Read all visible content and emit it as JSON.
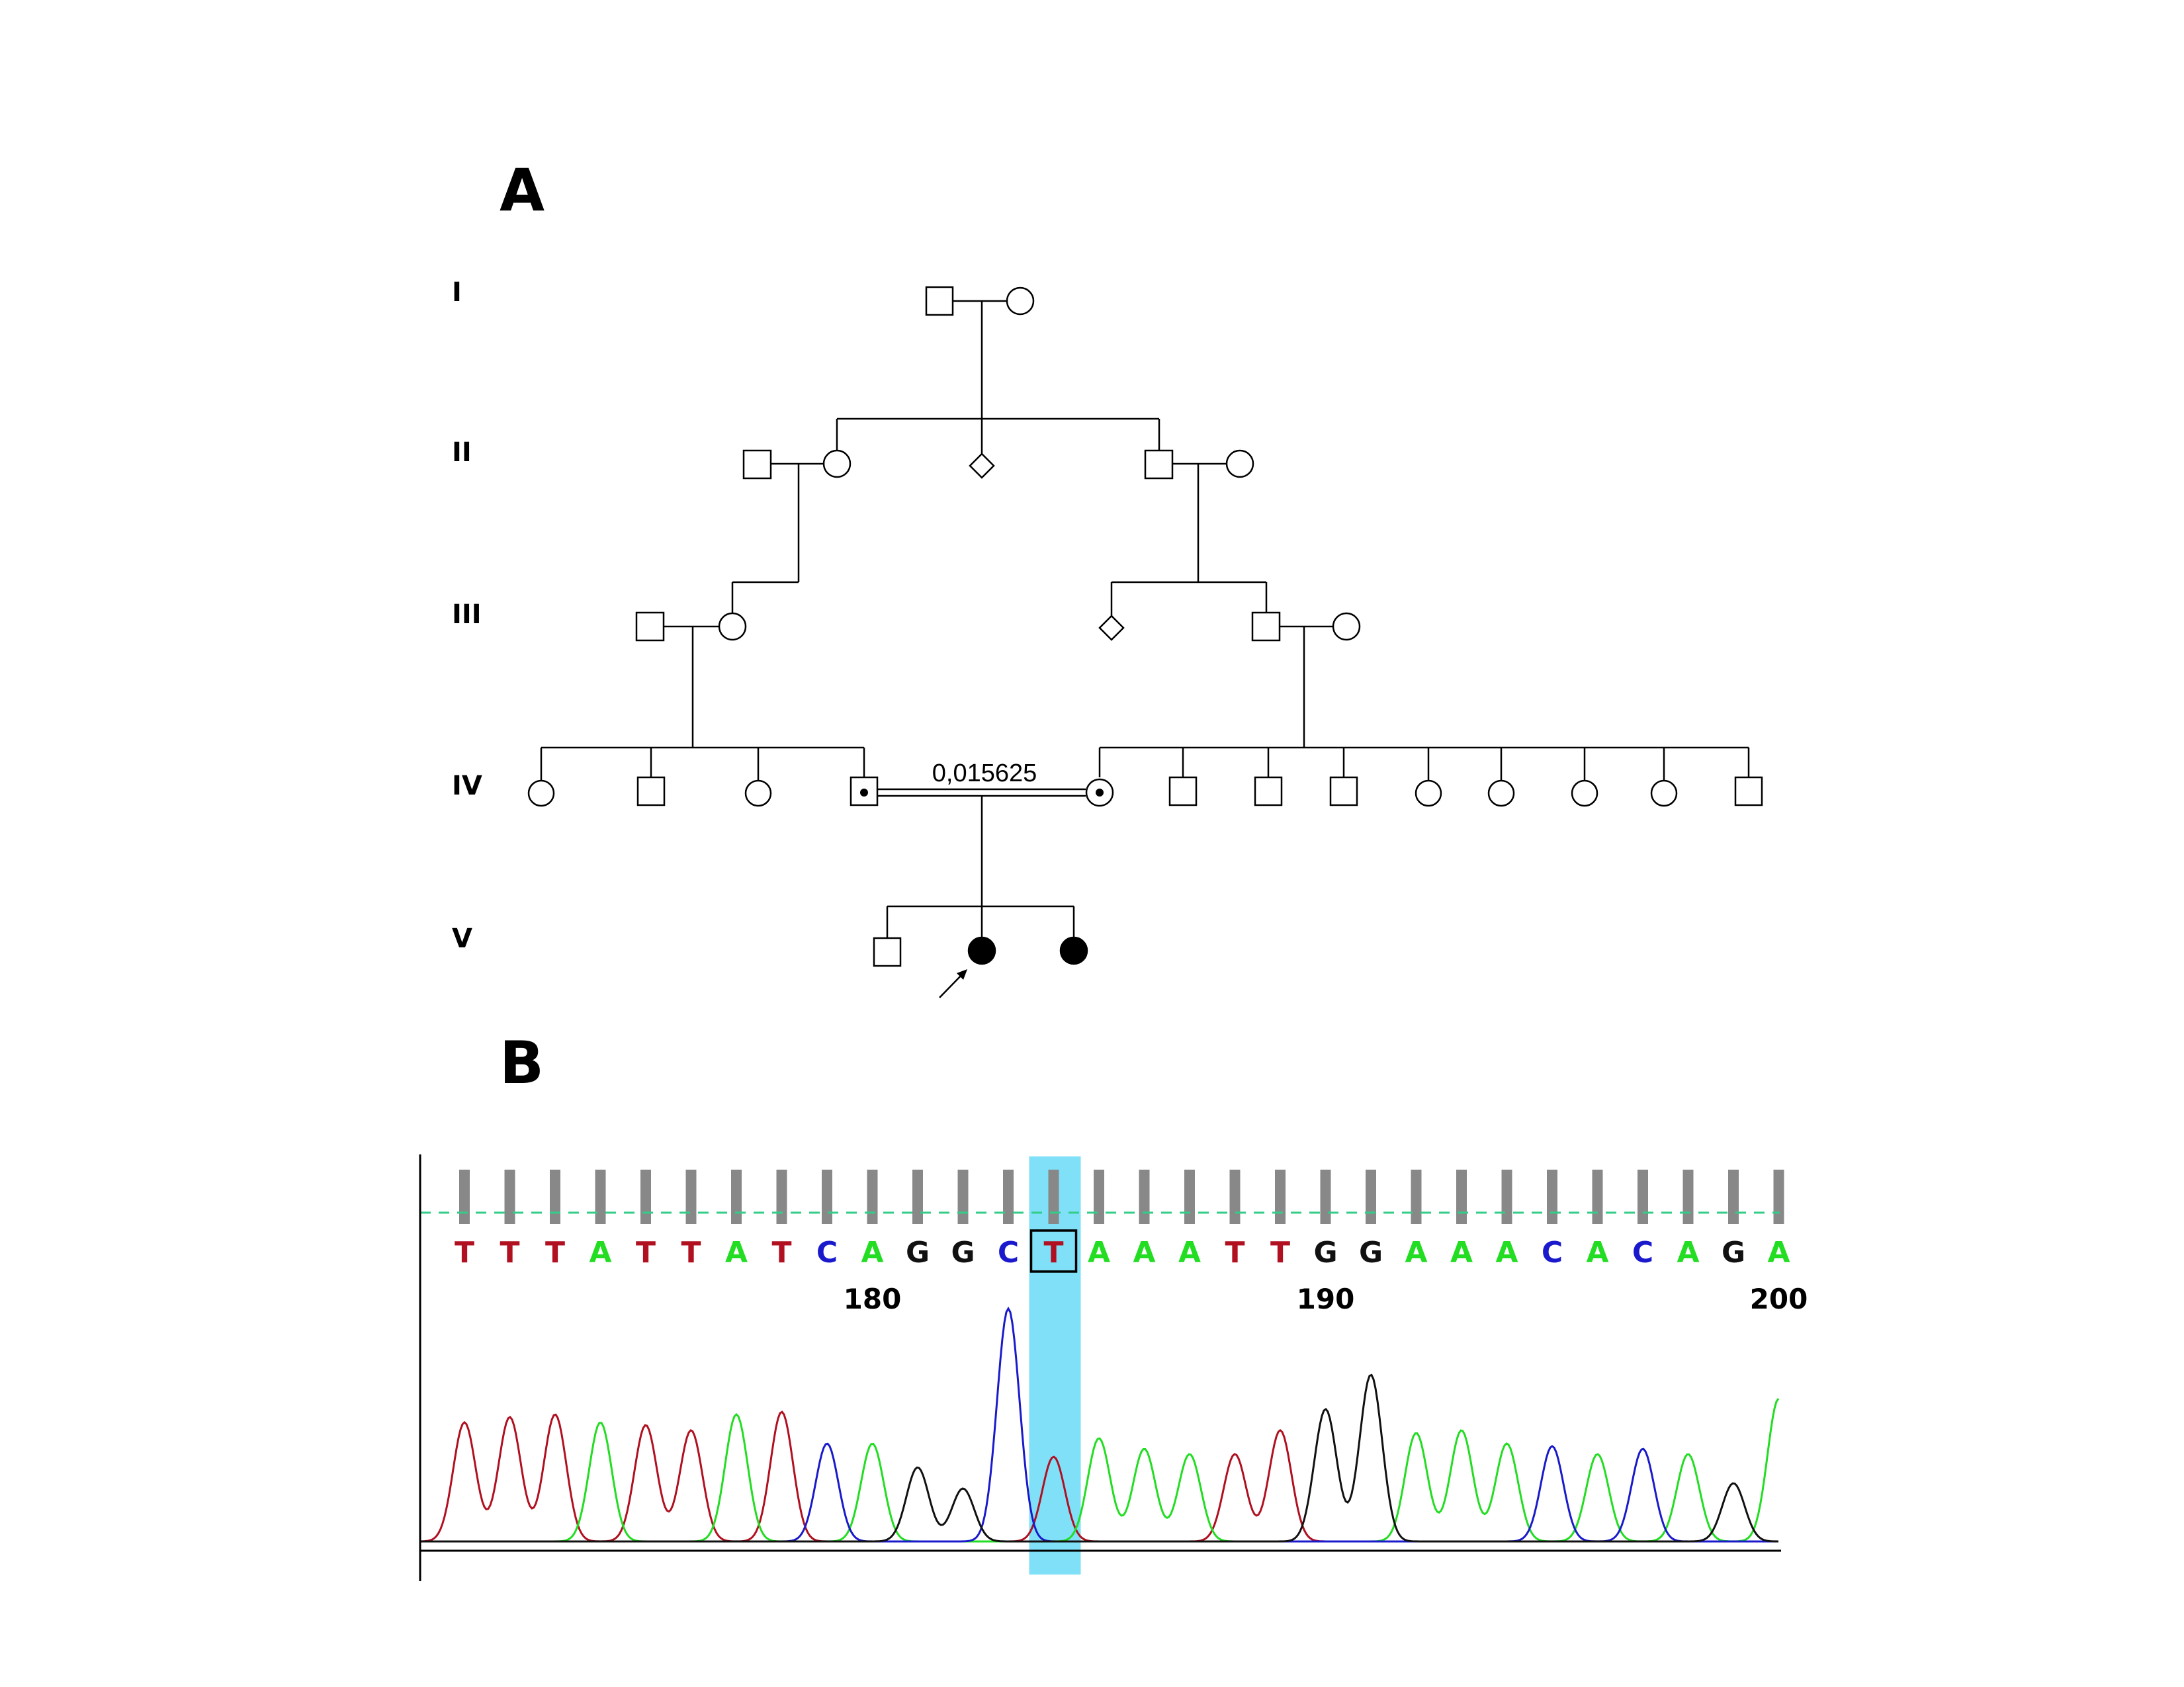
{
  "panels": {
    "a": "A",
    "b": "B"
  },
  "pedigree": {
    "generations": [
      "I",
      "II",
      "III",
      "IV",
      "V"
    ],
    "consanguinity_coefficient": "0,015625"
  },
  "sequence": {
    "bases": [
      "T",
      "T",
      "T",
      "A",
      "T",
      "T",
      "A",
      "T",
      "C",
      "A",
      "G",
      "G",
      "C",
      "T",
      "A",
      "A",
      "A",
      "T",
      "T",
      "G",
      "G",
      "A",
      "A",
      "A",
      "C",
      "A",
      "C",
      "A",
      "G",
      "A"
    ],
    "highlighted_index": 13,
    "position_labels": [
      {
        "index": 9,
        "label": "180"
      },
      {
        "index": 19,
        "label": "190"
      },
      {
        "index": 29,
        "label": "200"
      }
    ],
    "peak_heights": [
      0.45,
      0.47,
      0.48,
      0.45,
      0.44,
      0.42,
      0.48,
      0.49,
      0.37,
      0.37,
      0.28,
      0.2,
      0.88,
      0.32,
      0.39,
      0.35,
      0.33,
      0.33,
      0.42,
      0.5,
      0.63,
      0.41,
      0.42,
      0.37,
      0.36,
      0.33,
      0.35,
      0.33,
      0.22,
      0.54
    ],
    "colors": {
      "A": "#22dd22",
      "C": "#1a1acc",
      "G": "#111111",
      "T": "#b01020"
    },
    "highlight_color": "#7fe0f8",
    "quality_bar_color": "#888888",
    "threshold_color": "#33cc88"
  }
}
